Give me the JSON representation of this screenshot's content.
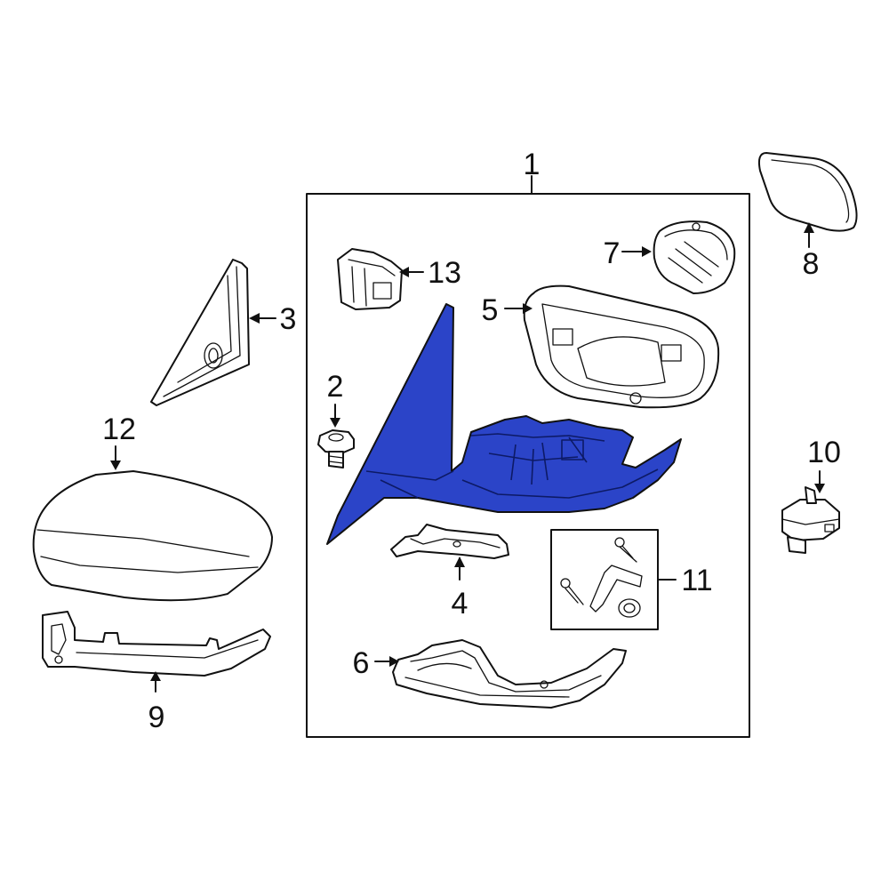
{
  "diagram": {
    "highlight_color": "#2b44c8",
    "line_color": "#111111",
    "callouts": {
      "c1": "1",
      "c2": "2",
      "c3": "3",
      "c4": "4",
      "c5": "5",
      "c6": "6",
      "c7": "7",
      "c8": "8",
      "c9": "9",
      "c10": "10",
      "c11": "11",
      "c12": "12",
      "c13": "13"
    }
  }
}
